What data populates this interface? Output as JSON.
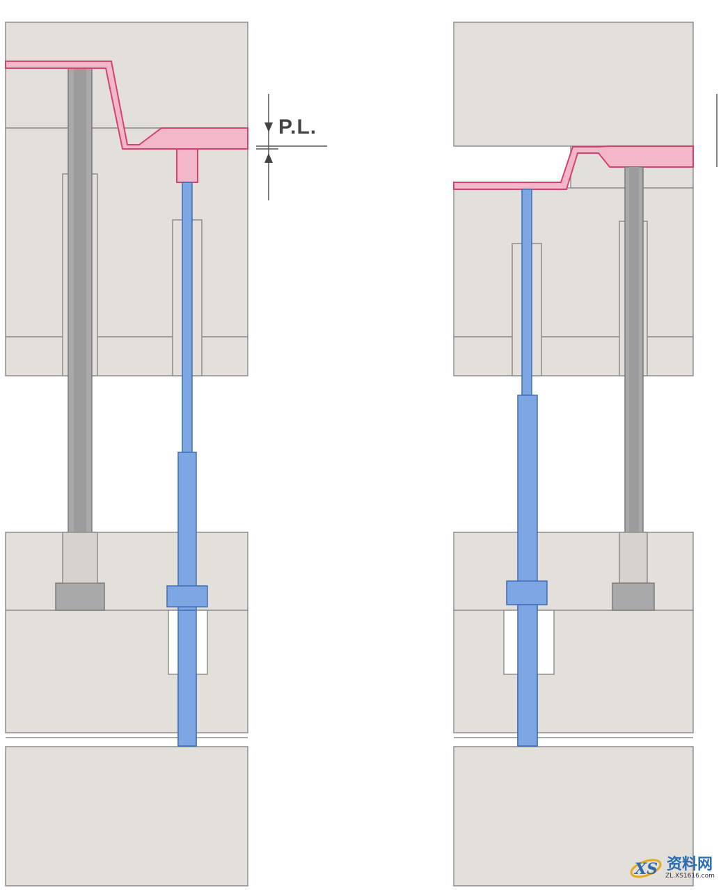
{
  "labels": {
    "parting_line": "P.L."
  },
  "watermark": {
    "name": "资料网",
    "url": "ZL.XS1616.com"
  },
  "colors": {
    "plate": "#e3e0dc",
    "plate_edge": "#8d8d8d",
    "pin_gray": "#a9a9a9",
    "pin_gray_dark": "#7a7a7a",
    "ejector_blue": "#7ea6e3",
    "ejector_edge": "#3d6fb8",
    "part_pink": "#f2b7c9",
    "part_edge": "#d4426e",
    "hole_white": "#ffffff"
  }
}
